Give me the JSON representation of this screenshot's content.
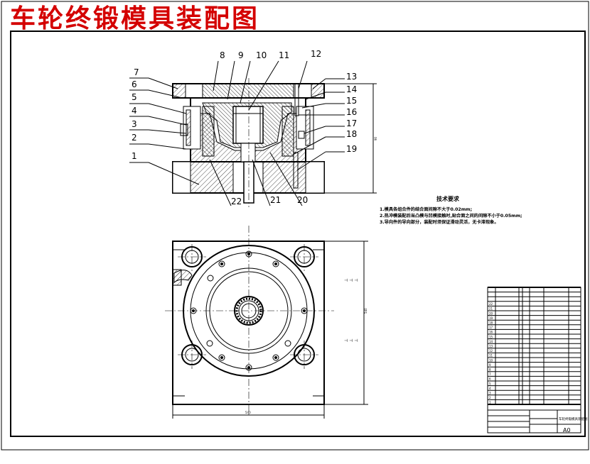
{
  "title": "车轮终锻模具装配图",
  "part_numbers": [
    "1",
    "2",
    "3",
    "4",
    "5",
    "6",
    "7",
    "8",
    "9",
    "10",
    "11",
    "12",
    "13",
    "14",
    "15",
    "16",
    "17",
    "18",
    "19",
    "20",
    "21",
    "22"
  ],
  "dimensions": {
    "front_height": "90",
    "plan_height": "540",
    "plan_width": "540"
  },
  "tech_requirements": {
    "heading": "技术要求",
    "items": [
      "1.模具各组合件的结合面间隙不大于0.02mm;",
      "2.热冲模装配后当凸模与凹模接触时,贴合面之间的间隙不小于0.05mm;",
      "3.导向件的导向部分，装配时须保证滑动灵活，无卡滞现象。"
    ]
  },
  "title_block": {
    "scale_label": "A0",
    "drawing_name": "车轮终锻模具装配图"
  }
}
